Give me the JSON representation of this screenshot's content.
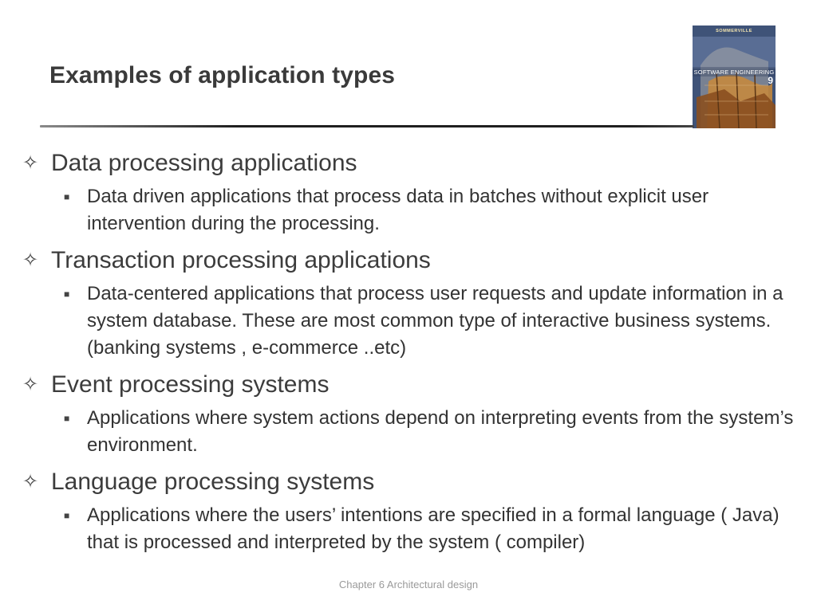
{
  "slide": {
    "title": "Examples of application types",
    "footer": "Chapter 6 Architectural design"
  },
  "book_cover": {
    "author": "SOMMERVILLE",
    "title": "SOFTWARE ENGINEERING",
    "edition": "9"
  },
  "bullets": [
    {
      "heading": "Data processing applications",
      "details": [
        "Data driven applications that process data in batches without explicit user intervention during the processing."
      ]
    },
    {
      "heading": "Transaction processing applications",
      "details": [
        "Data-centered applications that process user requests and update information in a system database. These are most common type of interactive business systems. (banking systems , e-commerce ..etc)"
      ]
    },
    {
      "heading": "Event processing systems",
      "details": [
        "Applications where system actions depend on interpreting events from the system’s environment."
      ]
    },
    {
      "heading": "Language processing systems",
      "details": [
        "Applications where the users’ intentions are specified in a formal language ( Java)  that is processed and interpreted by the system ( compiler)"
      ]
    }
  ],
  "icons": {
    "level1_bullet": "four-pointed-star-outline-icon",
    "level2_bullet": "square-bullet-icon"
  }
}
